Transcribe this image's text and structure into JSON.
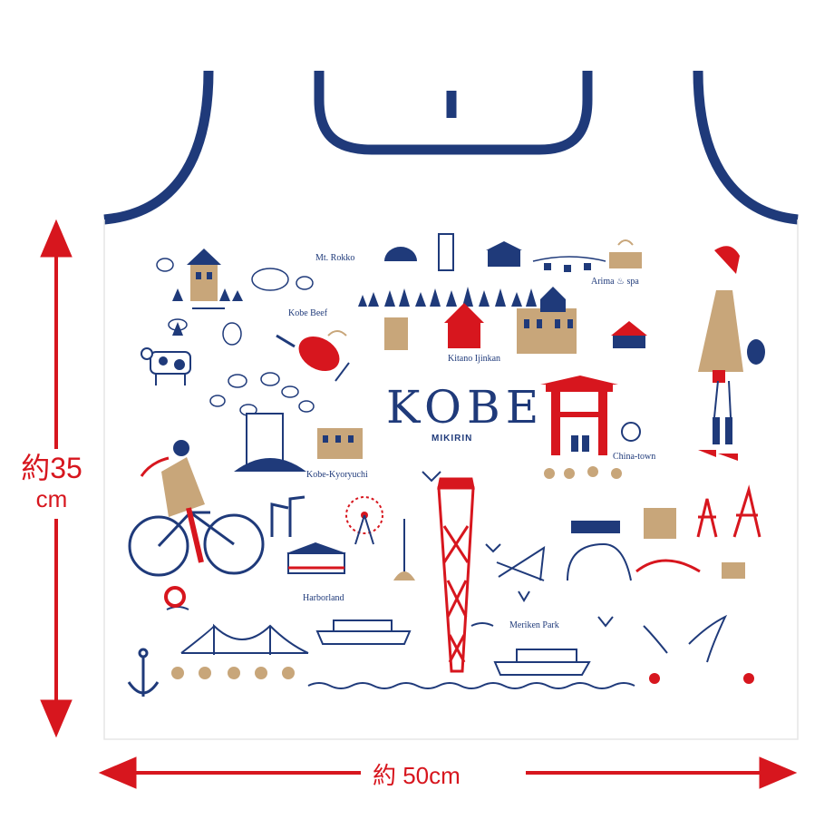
{
  "title": "KOBE",
  "brand": "MIKIRIN",
  "dimensions": {
    "height_prefix": "約",
    "height_value": "35",
    "height_unit": "cm",
    "width_label": "約 50cm"
  },
  "landmarks": {
    "mt_rokko": "Mt. Rokko",
    "arima_spa": "Arima ♨ spa",
    "kobe_beef": "Kobe Beef",
    "kitano_ijinkan": "Kitano Ijinkan",
    "china_town": "China-town",
    "kobe_kyoryuchi": "Kobe-Kyoryuchi",
    "harborland": "Harborland",
    "meriken_park": "Meriken Park"
  },
  "colors": {
    "navy": "#1f3a7a",
    "red": "#d7161e",
    "tan": "#c8a67a",
    "apron_bg": "#ffffff"
  }
}
